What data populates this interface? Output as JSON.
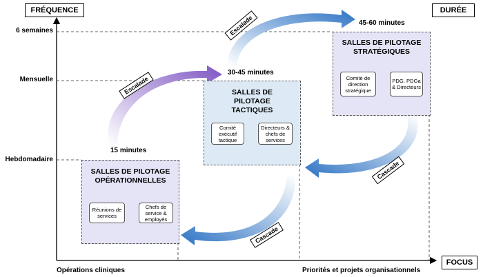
{
  "axes": {
    "y_title": "FRÉQUENCE",
    "right_title": "DURÉE",
    "x_title": "FOCUS",
    "y_ticks": [
      "6 semaines",
      "Mensuelle",
      "Hebdomadaire"
    ],
    "x_left": "Opérations cliniques",
    "x_right": "Priorités et projets organisationnels"
  },
  "rooms": {
    "operational": {
      "duration": "15 minutes",
      "title": "SALLES DE PILOTAGE OPÉRATIONNELLES",
      "from": "Réunions de services",
      "to": "Chefs de service & employés"
    },
    "tactical": {
      "duration": "30-45 minutes",
      "title": "SALLES DE PILOTAGE TACTIQUES",
      "from": "Comité exécutif tactique",
      "to": "Directeurs & chefs de services"
    },
    "strategic": {
      "duration": "45-60 minutes",
      "title": "SALLES DE PILOTAGE STRATÉGIQUES",
      "from": "Comité de direction stratégique",
      "to": "PDG, PDGa & Directeurs"
    }
  },
  "arrows": {
    "escalade_1": "Escalade",
    "escalade_2": "Escalade",
    "cascade_1": "Cascade",
    "cascade_2": "Cascade"
  },
  "colors": {
    "operational_fill": "#e4e4f6",
    "tactical_fill": "#ddeaf6",
    "strategic_fill": "#e4e4f6",
    "arrow_light": "#ffffff",
    "arrow_blue": "#2e73c4",
    "arrow_purple": "#7e55c2"
  }
}
